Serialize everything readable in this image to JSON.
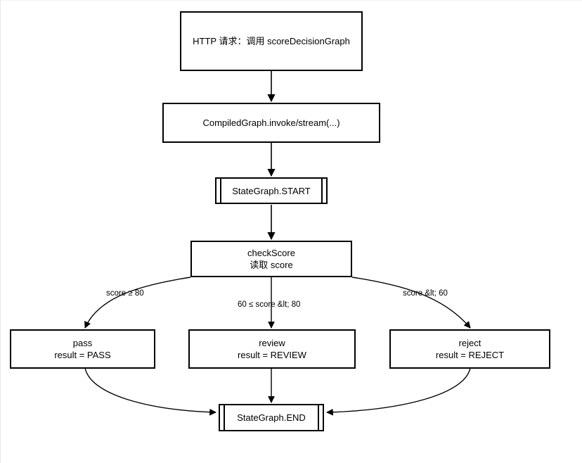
{
  "diagram": {
    "title": "scoreDecisionGraph flow",
    "background_color": "#ffffff",
    "stroke_color": "#000000",
    "nodes": [
      {
        "id": "http-request",
        "label": "HTTP 请求：调用 scoreDecisionGraph",
        "shape": "rectangle"
      },
      {
        "id": "compiled-graph",
        "label": "CompiledGraph.invoke/stream(...)",
        "shape": "rectangle"
      },
      {
        "id": "state-graph-start",
        "label": "StateGraph.START",
        "shape": "terminal"
      },
      {
        "id": "check-score",
        "label": "checkScore\n读取 score",
        "shape": "rectangle"
      },
      {
        "id": "pass",
        "label": "pass\nresult = PASS",
        "shape": "rectangle"
      },
      {
        "id": "review",
        "label": "review\nresult = REVIEW",
        "shape": "rectangle"
      },
      {
        "id": "reject",
        "label": "reject\nresult = REJECT",
        "shape": "rectangle"
      },
      {
        "id": "state-graph-end",
        "label": "StateGraph.END",
        "shape": "terminal"
      }
    ],
    "edge_labels": {
      "pass_branch": "score ≥ 80",
      "review_branch": "60 ≤ score &lt; 80",
      "reject_branch": "score &lt; 60"
    }
  }
}
